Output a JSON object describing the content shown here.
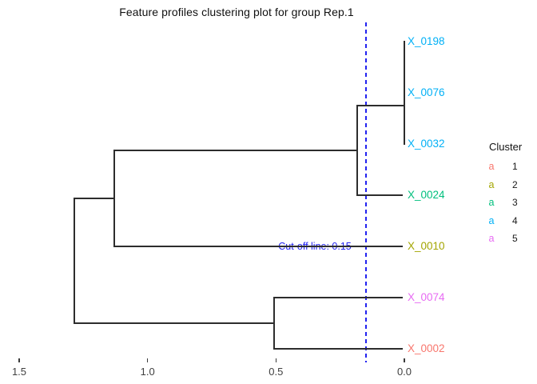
{
  "title": "Feature profiles clustering plot for group Rep.1",
  "colors": {
    "dendrogram_line": "#2d2d2d",
    "cutoff_blue": "#2222f0",
    "axis_text": "#404040"
  },
  "chart_data": {
    "type": "dendrogram",
    "orientation": "horizontal",
    "title": "Feature profiles clustering plot for group Rep.1",
    "x_axis": {
      "ticks": [
        {
          "label": "1.5",
          "value": 1.5
        },
        {
          "label": "1.0",
          "value": 1.0
        },
        {
          "label": "0.5",
          "value": 0.5
        },
        {
          "label": "0.0",
          "value": 0.0
        }
      ],
      "range": [
        1.55,
        0.0
      ]
    },
    "cutoff": {
      "value": 0.15,
      "label": "Cut-off line: 0.15",
      "color": "#2222f0",
      "style": "dashed"
    },
    "leaves": [
      {
        "label": "X_0198",
        "row": 1,
        "cluster": 4,
        "color": "#00B0F6"
      },
      {
        "label": "X_0076",
        "row": 2,
        "cluster": 4,
        "color": "#00B0F6"
      },
      {
        "label": "X_0032",
        "row": 3,
        "cluster": 4,
        "color": "#00B0F6"
      },
      {
        "label": "X_0024",
        "row": 4,
        "cluster": 3,
        "color": "#00BF7D"
      },
      {
        "label": "X_0010",
        "row": 5,
        "cluster": 2,
        "color": "#A3A500"
      },
      {
        "label": "X_0074",
        "row": 6,
        "cluster": 5,
        "color": "#E76BF3"
      },
      {
        "label": "X_0002",
        "row": 7,
        "cluster": 1,
        "color": "#F8766D"
      }
    ],
    "merges": [
      {
        "members": [
          "X_0198",
          "X_0076"
        ],
        "height": 0.0
      },
      {
        "members": [
          "X_0198+X_0076",
          "X_0032"
        ],
        "height": 0.005
      },
      {
        "members": [
          "blue-cluster",
          "X_0024"
        ],
        "height": 0.18
      },
      {
        "members": [
          "upper-cluster",
          "X_0010"
        ],
        "height": 1.13
      },
      {
        "members": [
          "X_0074",
          "X_0002"
        ],
        "height": 0.51
      },
      {
        "members": [
          "upper-branch",
          "lower-branch"
        ],
        "height": 1.28
      }
    ],
    "segments": [
      {
        "dir": "v",
        "x": 0.0,
        "r1": 1,
        "r2": 3
      },
      {
        "dir": "h",
        "r": 2.25,
        "x1": 0.183,
        "x2": 0.0
      },
      {
        "dir": "v",
        "x": 0.183,
        "r1": 2.25,
        "r2": 4
      },
      {
        "dir": "h",
        "r": 4,
        "x1": 0.183,
        "x2": 0.008
      },
      {
        "dir": "h",
        "r": 3.125,
        "x1": 1.129,
        "x2": 0.183
      },
      {
        "dir": "v",
        "x": 1.129,
        "r1": 3.125,
        "r2": 5
      },
      {
        "dir": "h",
        "r": 5,
        "x1": 1.129,
        "x2": 0.008
      },
      {
        "dir": "h",
        "r": 4.0625,
        "x1": 1.285,
        "x2": 1.129
      },
      {
        "dir": "v",
        "x": 1.285,
        "r1": 4.0625,
        "r2": 6.5
      },
      {
        "dir": "h",
        "r": 6.5,
        "x1": 1.285,
        "x2": 0.506
      },
      {
        "dir": "v",
        "x": 0.506,
        "r1": 6,
        "r2": 7
      },
      {
        "dir": "h",
        "r": 6,
        "x1": 0.506,
        "x2": 0.008
      },
      {
        "dir": "h",
        "r": 7,
        "x1": 0.506,
        "x2": 0.008
      }
    ]
  },
  "legend": {
    "title": "Cluster",
    "key_glyph": "a",
    "entries": [
      {
        "label": "1",
        "color": "#F8766D"
      },
      {
        "label": "2",
        "color": "#A3A500"
      },
      {
        "label": "3",
        "color": "#00BF7D"
      },
      {
        "label": "4",
        "color": "#00B0F6"
      },
      {
        "label": "5",
        "color": "#E76BF3"
      }
    ]
  }
}
